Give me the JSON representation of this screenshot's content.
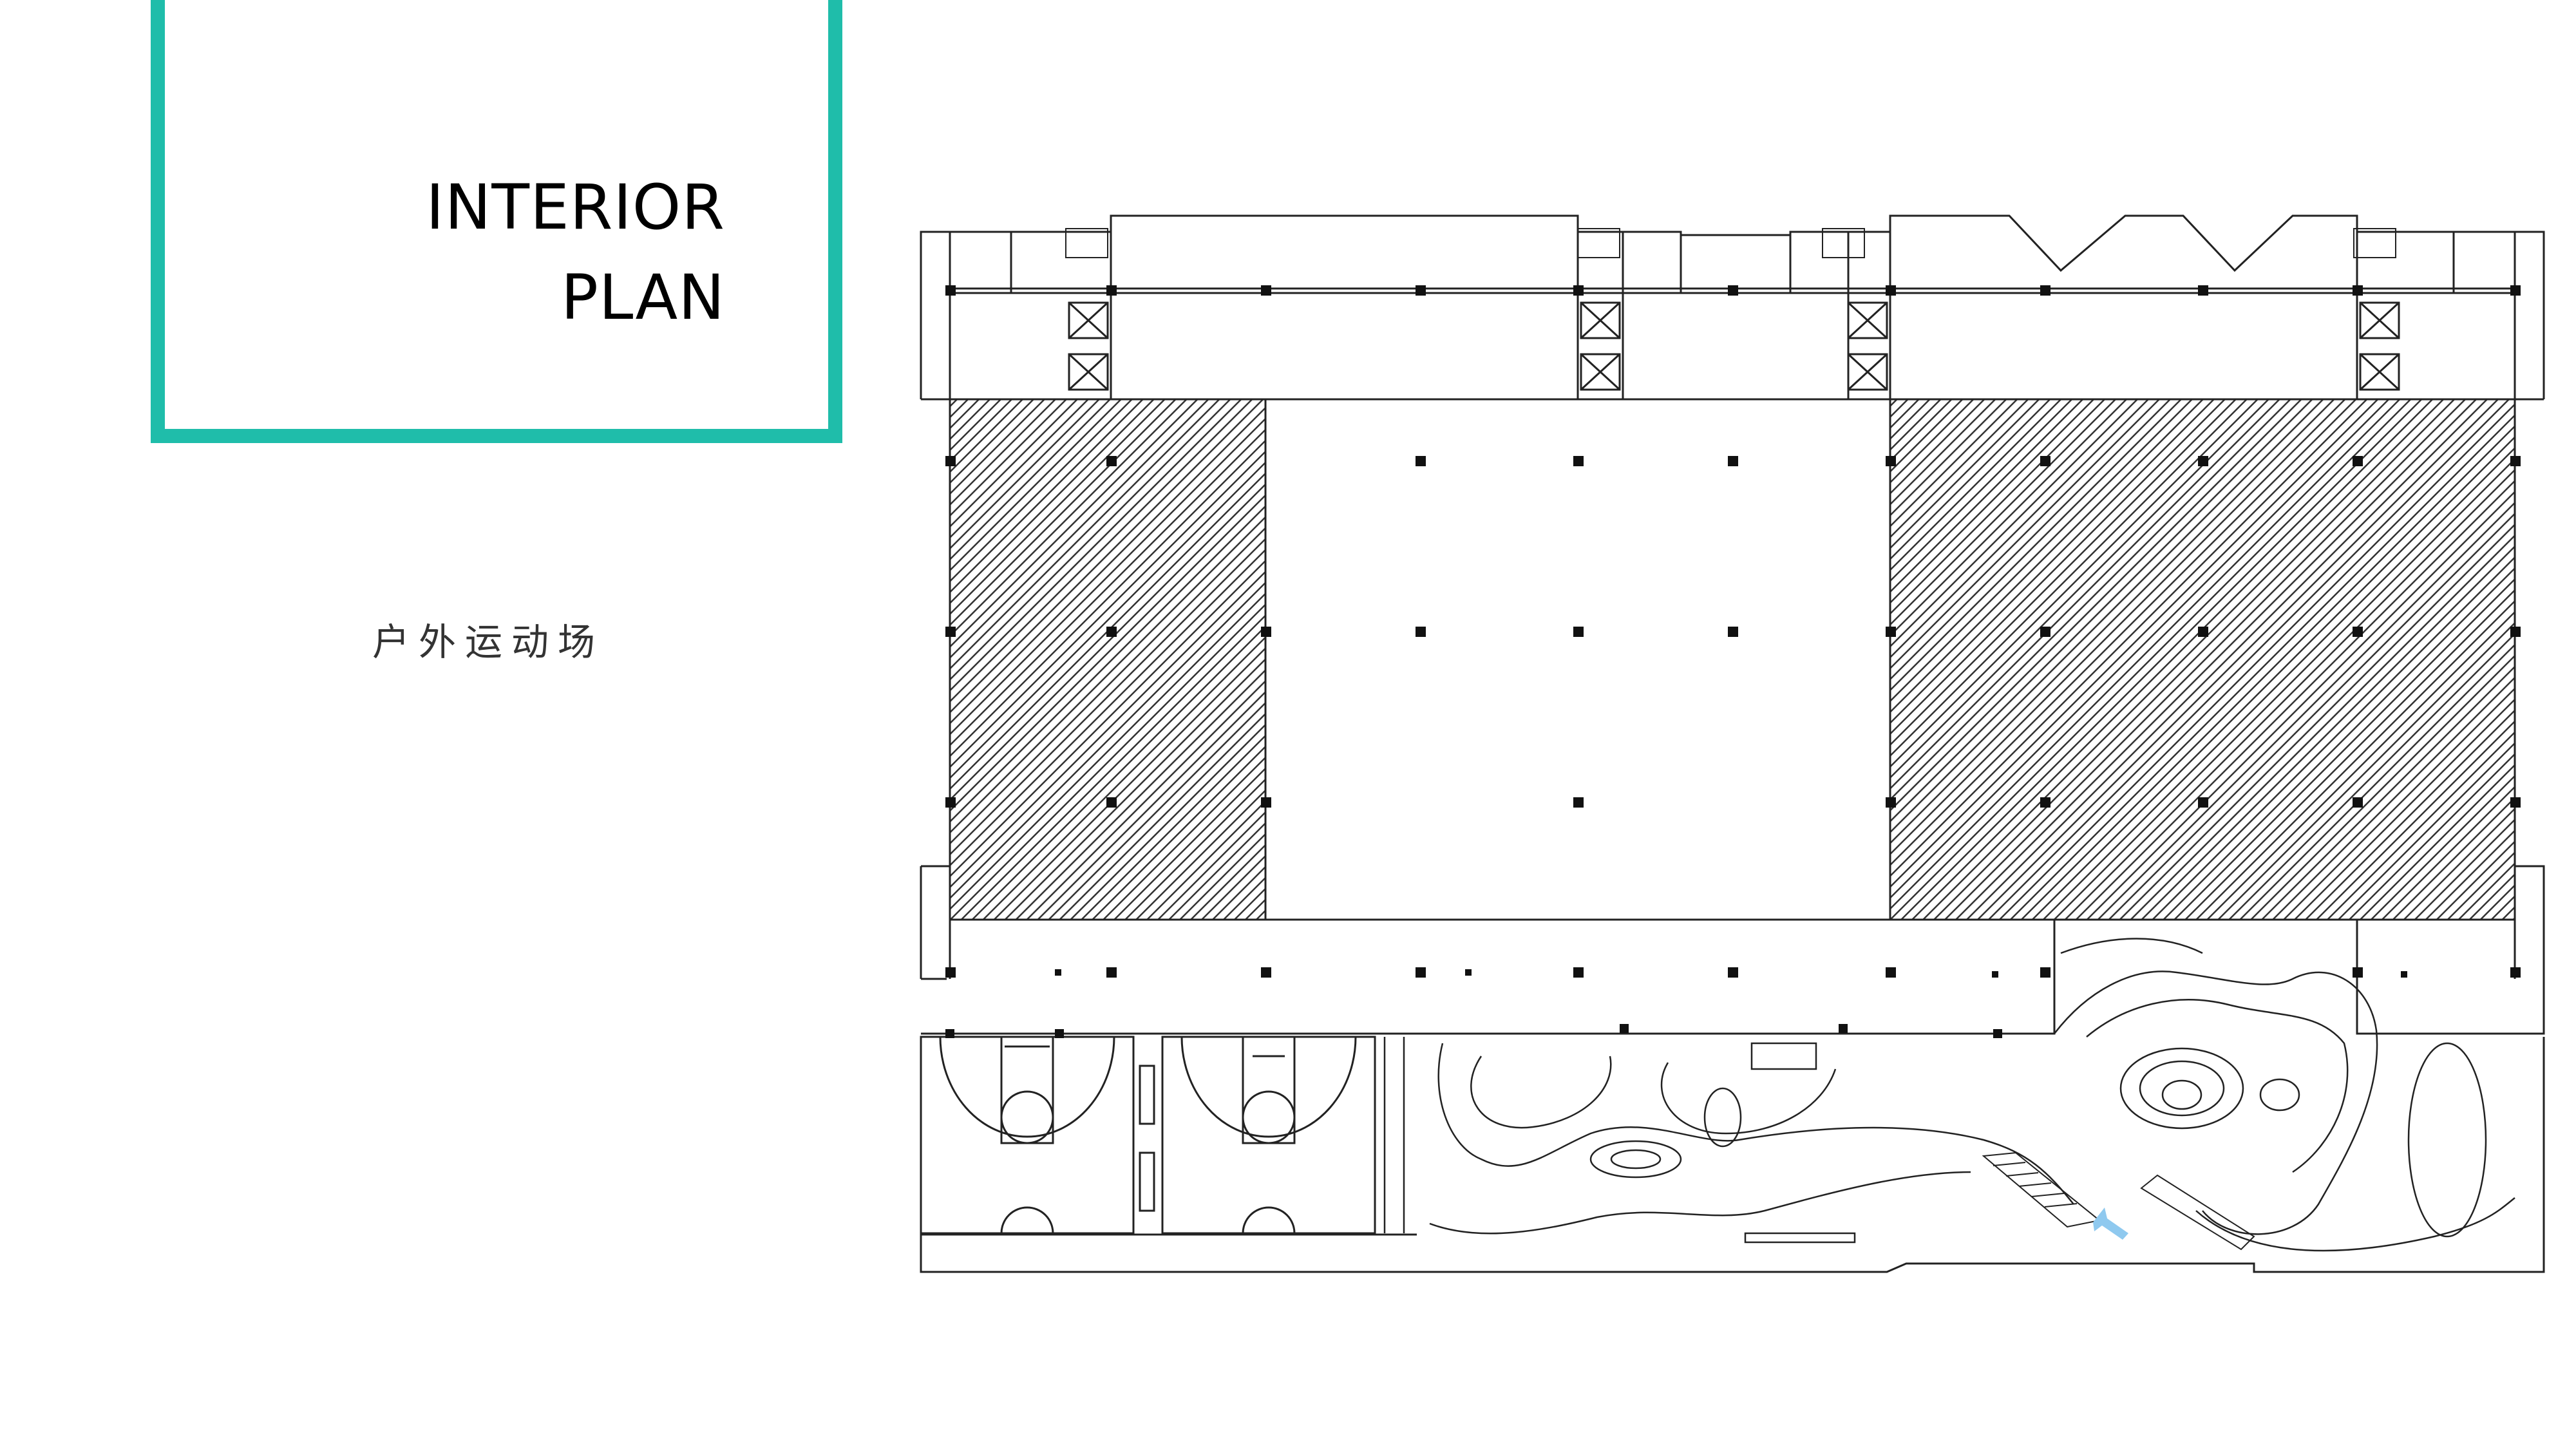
{
  "header": {
    "title_line1": "INTERIOR",
    "title_line2": "PLAN"
  },
  "caption": {
    "text": "户外运动场"
  },
  "colors": {
    "accent_frame": "#1fbdaa",
    "plan_line": "#222222",
    "entrance_arrow": "#8fc9ef"
  }
}
